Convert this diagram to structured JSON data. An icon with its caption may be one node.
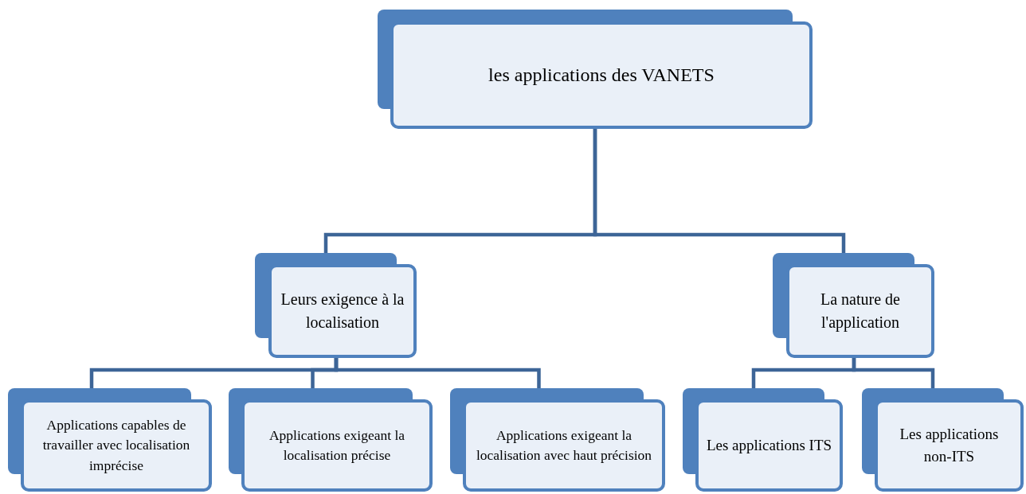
{
  "diagram": {
    "nodes": [
      {
        "text": [
          "les applications des VANETS"
        ]
      },
      {
        "text": [
          "Leurs exigence à la localisation"
        ]
      },
      {
        "text": [
          "La nature de l'application"
        ]
      },
      {
        "text": [
          "Applications capables de travailler avec localisation imprécise"
        ]
      },
      {
        "text": [
          "Applications exigeant la localisation précise"
        ]
      },
      {
        "text": [
          "Applications exigeant la localisation avec haut précision"
        ]
      },
      {
        "text": [
          "Les applications ITS"
        ]
      },
      {
        "text": [
          "Les applications non-ITS"
        ]
      }
    ],
    "edges": [
      {
        "from": 0,
        "to": 1,
        "arrow": "none"
      },
      {
        "from": 0,
        "to": 2,
        "arrow": "none"
      },
      {
        "from": 1,
        "to": 3,
        "arrow": "none"
      },
      {
        "from": 1,
        "to": 4,
        "arrow": "none"
      },
      {
        "from": 1,
        "to": 5,
        "arrow": "none"
      },
      {
        "from": 2,
        "to": 6,
        "arrow": "none"
      },
      {
        "from": 2,
        "to": 7,
        "arrow": "none"
      }
    ]
  }
}
